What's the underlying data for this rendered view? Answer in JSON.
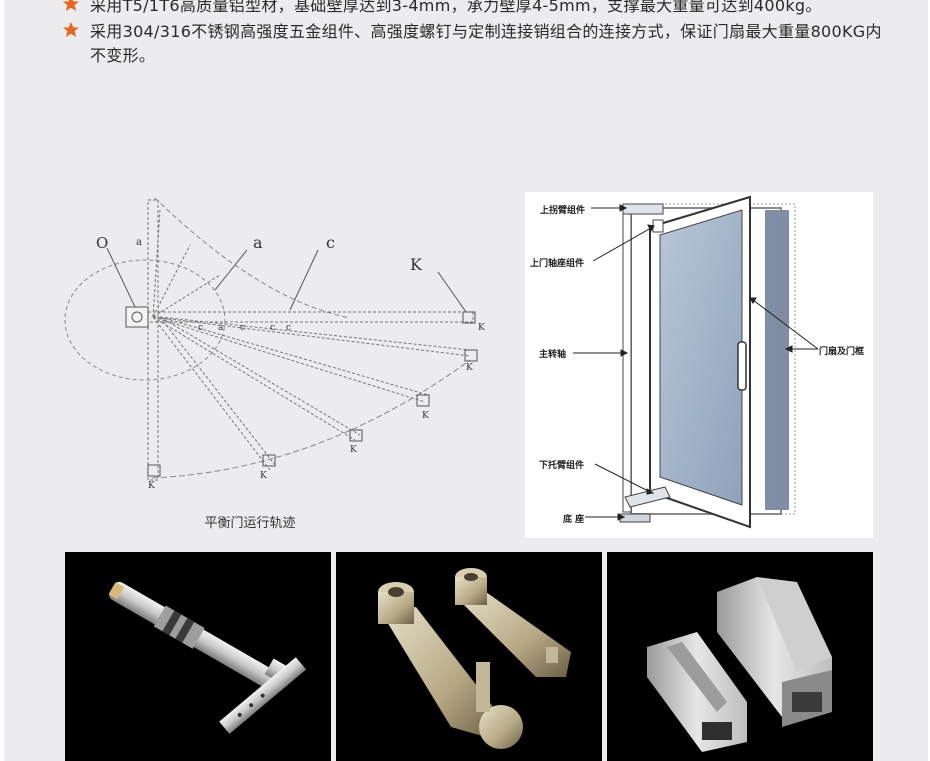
{
  "bullets": [
    {
      "icon": "star-icon",
      "text": "采用T5/1T6高质量铝型材，基础壁厚达到3-4mm，承力壁厚4-5mm，支撑最大重量可达到400kg。"
    },
    {
      "icon": "star-icon",
      "text": "采用304/316不锈钢高强度五金组件、高强度螺钉与定制连接销组合的连接方式，保证门扇最大重量800KG内不变形。"
    }
  ],
  "trajectory": {
    "caption": "平衡门运行轨迹",
    "labels": {
      "o": "O",
      "a": "a",
      "c": "c",
      "k": "K"
    }
  },
  "door": {
    "labels": {
      "upper_arm": "上拐臂组件",
      "upper_axis": "上门轴座组件",
      "main_axis": "主转轴",
      "leaf_frame": "门扇及门框",
      "lower_arm": "下托臂组件",
      "base": "底 座"
    }
  },
  "photos": [
    {
      "name": "shaft-arm-photo"
    },
    {
      "name": "bracket-photo"
    },
    {
      "name": "profile-photo"
    }
  ],
  "colors": {
    "accent": "#e8661c",
    "panel": "#ececef"
  }
}
